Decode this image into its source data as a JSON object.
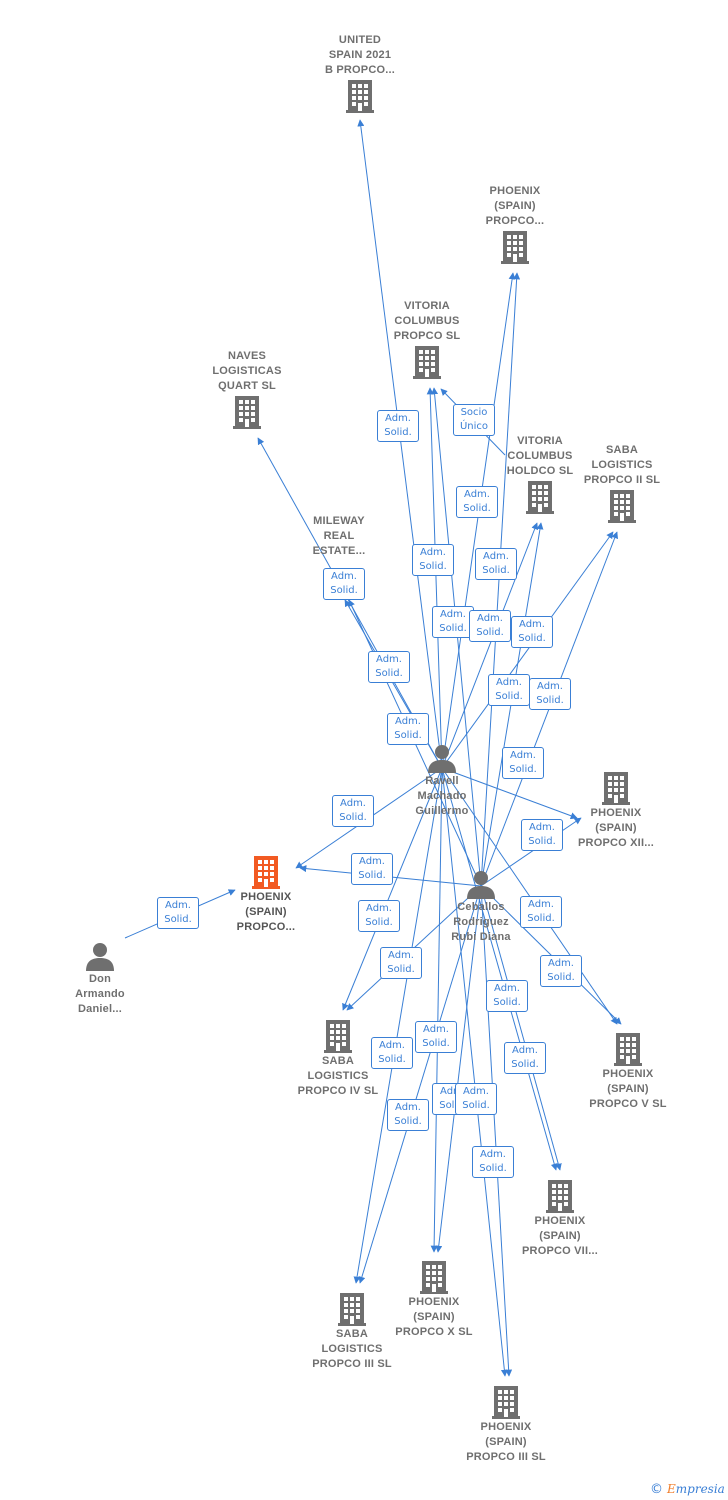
{
  "colors": {
    "edge": "#3a7fd5",
    "company": "#6f6f6f",
    "focus": "#f25a22",
    "person": "#6f6f6f"
  },
  "nodes": {
    "united_spain": {
      "label": "UNITED\nSPAIN 2021\nB PROPCO...",
      "icon": "building-icon"
    },
    "phoenix_propco": {
      "label": "PHOENIX\n(SPAIN)\nPROPCO...",
      "icon": "building-icon"
    },
    "vitoria_propco": {
      "label": "VITORIA\nCOLUMBUS\nPROPCO  SL",
      "icon": "building-icon"
    },
    "naves": {
      "label": "NAVES\nLOGISTICAS\nQUART  SL",
      "icon": "building-icon"
    },
    "vitoria_holdco": {
      "label": "VITORIA\nCOLUMBUS\nHOLDCO  SL",
      "icon": "building-icon"
    },
    "saba_ii": {
      "label": "SABA\nLOGISTICS\nPROPCO II  SL",
      "icon": "building-icon"
    },
    "mileway": {
      "label": "MILEWAY\nREAL\nESTATE...",
      "icon": "building-icon"
    },
    "ravell": {
      "label": "Ravell\nMachado\nGuillermo",
      "icon": "person-icon"
    },
    "phoenix_xii": {
      "label": "PHOENIX\n(SPAIN)\nPROPCO XII...",
      "icon": "building-icon"
    },
    "focus": {
      "label": "PHOENIX\n(SPAIN)\nPROPCO...",
      "icon": "building-icon"
    },
    "ceballos": {
      "label": "Ceballos\nRodriguez\nRubi Diana",
      "icon": "person-icon"
    },
    "don": {
      "label": "Don\nArmando\nDaniel...",
      "icon": "person-icon"
    },
    "saba_iv": {
      "label": "SABA\nLOGISTICS\nPROPCO IV  SL",
      "icon": "building-icon"
    },
    "phoenix_v": {
      "label": "PHOENIX\n(SPAIN)\nPROPCO V  SL",
      "icon": "building-icon"
    },
    "phoenix_vii": {
      "label": "PHOENIX\n(SPAIN)\nPROPCO VII...",
      "icon": "building-icon"
    },
    "saba_iii": {
      "label": "SABA\nLOGISTICS\nPROPCO III  SL",
      "icon": "building-icon"
    },
    "phoenix_x": {
      "label": "PHOENIX\n(SPAIN)\nPROPCO X  SL",
      "icon": "building-icon"
    },
    "phoenix_iii": {
      "label": "PHOENIX\n(SPAIN)\nPROPCO III  SL",
      "icon": "building-icon"
    }
  },
  "relations": {
    "adm_solid": "Adm.\nSolid.",
    "socio_unico": "Socio\nÚnico"
  },
  "edges": [
    {
      "from": "ravell",
      "to": "united_spain",
      "label": "Adm.\nSolid."
    },
    {
      "from": "ravell",
      "to": "phoenix_propco",
      "label": "Adm.\nSolid."
    },
    {
      "from": "ravell",
      "to": "vitoria_propco",
      "label": "Adm.\nSolid."
    },
    {
      "from": "vitoria_holdco",
      "to": "vitoria_propco",
      "label": "Socio\nÚnico"
    },
    {
      "from": "ravell",
      "to": "naves",
      "label": "Adm.\nSolid."
    },
    {
      "from": "ravell",
      "to": "vitoria_holdco",
      "label": "Adm.\nSolid."
    },
    {
      "from": "ravell",
      "to": "saba_ii",
      "label": "Adm.\nSolid."
    },
    {
      "from": "ravell",
      "to": "mileway",
      "label": "Adm.\nSolid."
    },
    {
      "from": "ravell",
      "to": "phoenix_xii",
      "label": "Adm.\nSolid."
    },
    {
      "from": "ravell",
      "to": "focus",
      "label": "Adm.\nSolid."
    },
    {
      "from": "ceballos",
      "to": "focus",
      "label": "Adm.\nSolid."
    },
    {
      "from": "don",
      "to": "focus",
      "label": "Adm.\nSolid."
    },
    {
      "from": "ceballos",
      "to": "phoenix_propco",
      "label": "Adm.\nSolid."
    },
    {
      "from": "ceballos",
      "to": "vitoria_propco",
      "label": "Adm.\nSolid."
    },
    {
      "from": "ceballos",
      "to": "vitoria_holdco",
      "label": "Adm.\nSolid."
    },
    {
      "from": "ceballos",
      "to": "saba_ii",
      "label": "Adm.\nSolid."
    },
    {
      "from": "ceballos",
      "to": "mileway",
      "label": "Adm.\nSolid."
    },
    {
      "from": "ceballos",
      "to": "phoenix_xii",
      "label": "Adm.\nSolid."
    },
    {
      "from": "ravell",
      "to": "saba_iv",
      "label": "Adm.\nSolid."
    },
    {
      "from": "ceballos",
      "to": "saba_iv",
      "label": "Adm.\nSolid."
    },
    {
      "from": "ravell",
      "to": "phoenix_v",
      "label": "Adm.\nSolid."
    },
    {
      "from": "ceballos",
      "to": "phoenix_v",
      "label": "Adm.\nSolid."
    },
    {
      "from": "ravell",
      "to": "phoenix_vii",
      "label": "Adm.\nSolid."
    },
    {
      "from": "ceballos",
      "to": "phoenix_vii",
      "label": "Adm.\nSolid."
    },
    {
      "from": "ravell",
      "to": "saba_iii",
      "label": "Adm.\nSolid."
    },
    {
      "from": "ceballos",
      "to": "saba_iii",
      "label": "Adm.\nSolid."
    },
    {
      "from": "ravell",
      "to": "phoenix_x",
      "label": "Adm.\nSolid."
    },
    {
      "from": "ceballos",
      "to": "phoenix_x",
      "label": "Adm.\nSolid."
    },
    {
      "from": "ravell",
      "to": "phoenix_iii",
      "label": "Adm.\nSolid."
    },
    {
      "from": "ceballos",
      "to": "phoenix_iii",
      "label": "Adm.\nSolid."
    }
  ],
  "brand": {
    "copyright": "©",
    "name_first": "E",
    "name_rest": "mpresia"
  }
}
